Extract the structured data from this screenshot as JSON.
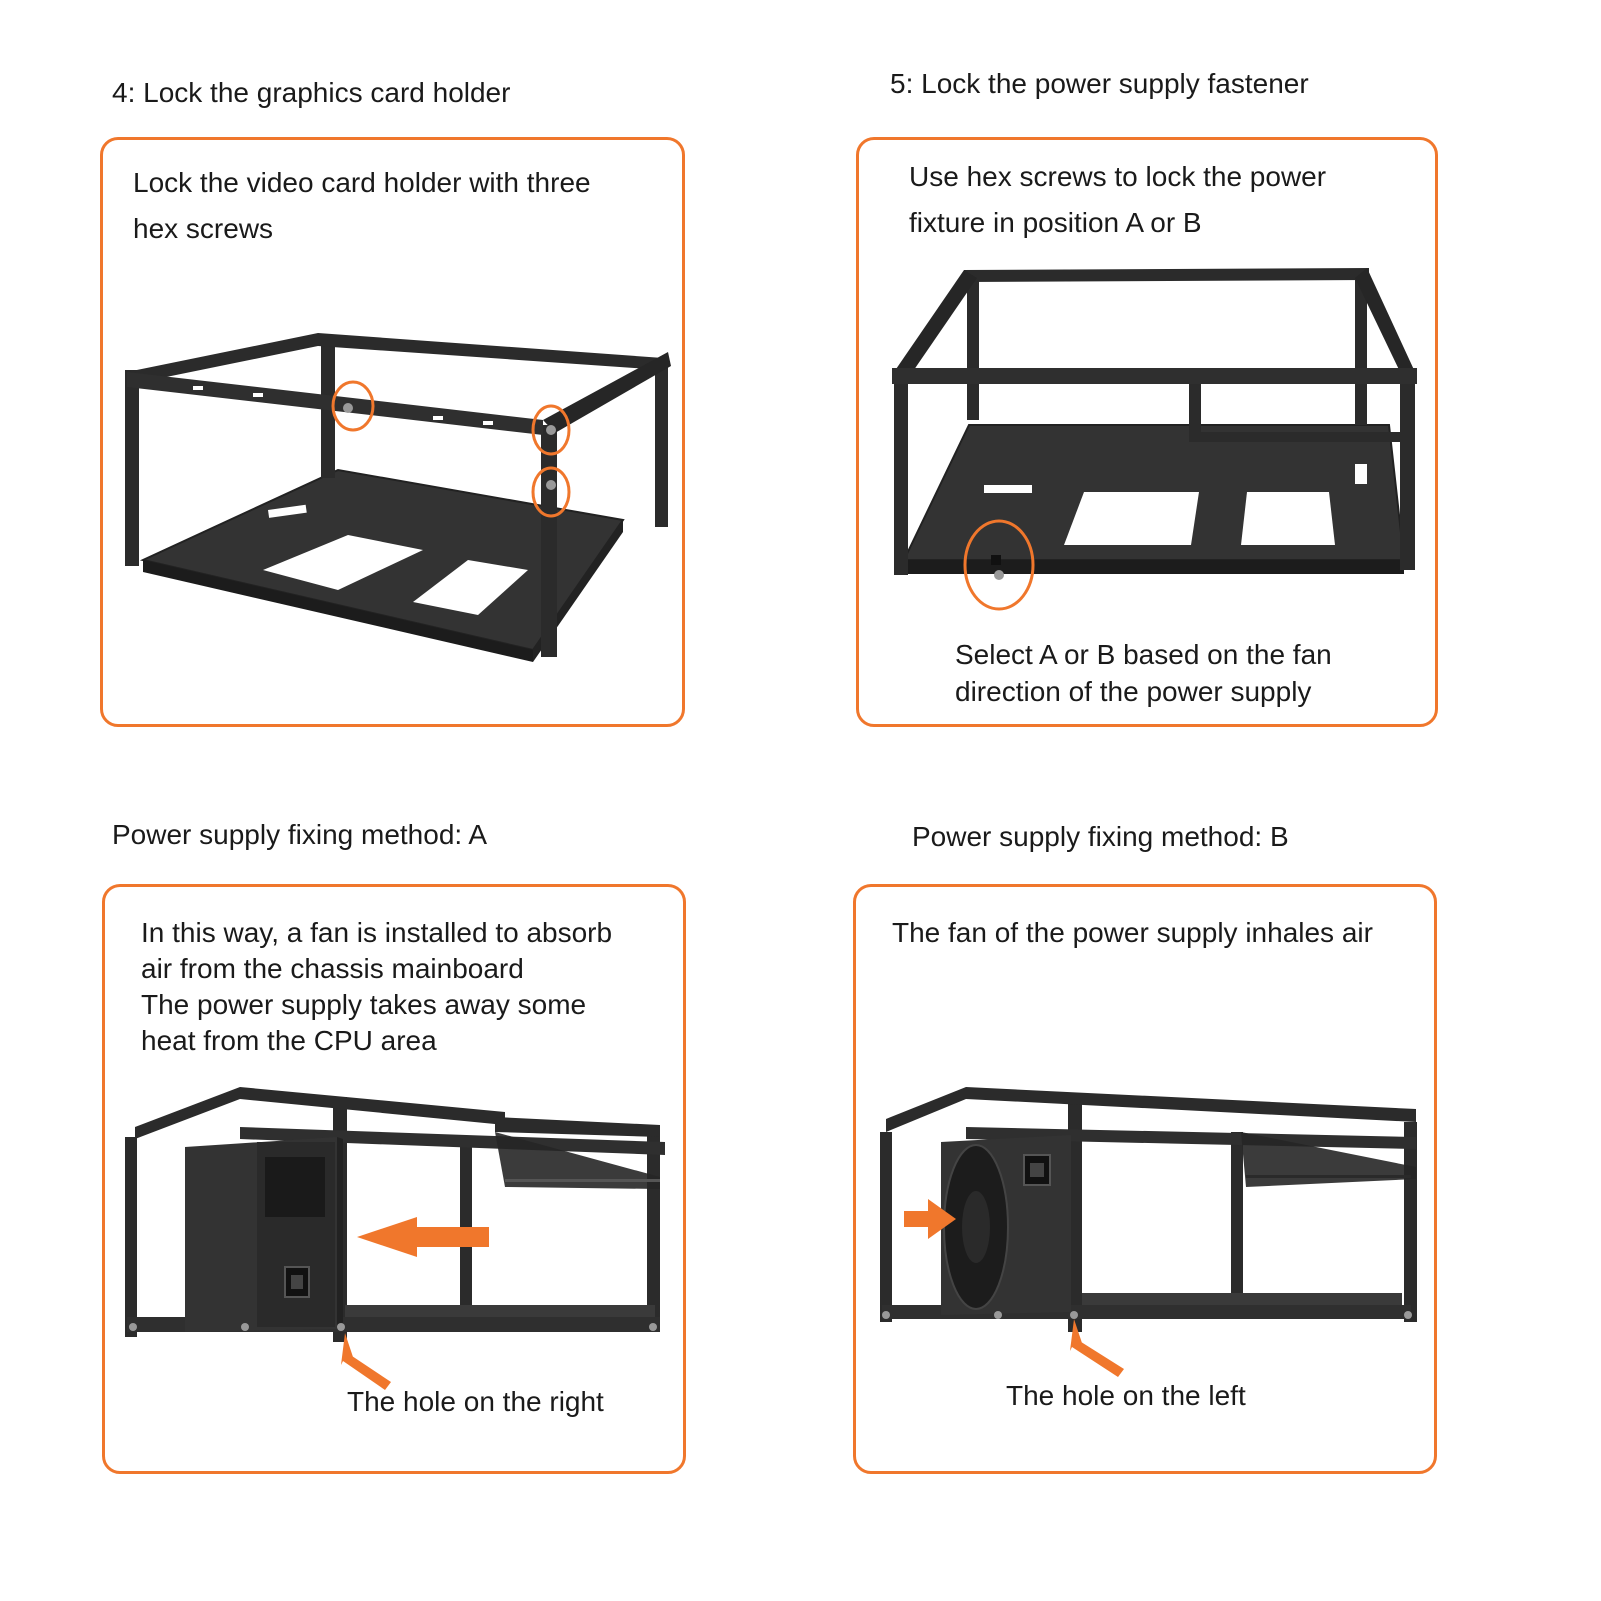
{
  "steps": {
    "step4": {
      "heading": "4: Lock the graphics card holder",
      "text_lines": [
        "Lock the video card holder with three",
        "hex screws"
      ]
    },
    "step5": {
      "heading": "5: Lock the power supply fastener",
      "text_lines": [
        "Use hex screws to lock the power",
        "fixture in position A or B"
      ],
      "caption_lines": [
        "Select A or B based on the fan",
        "direction of the power supply"
      ]
    },
    "methodA": {
      "heading": "Power supply fixing method: A",
      "text_lines": [
        "In this way, a fan is installed to absorb",
        "air from the chassis mainboard",
        "The power supply takes away some",
        "heat from the CPU area"
      ],
      "caption": "The hole on the right"
    },
    "methodB": {
      "heading": "Power supply fixing method: B",
      "text_lines": [
        "The fan of the power supply inhales air"
      ],
      "caption": "The hole on the left"
    }
  },
  "colors": {
    "accent": "#f0772c",
    "frame": "#2b2b2b"
  }
}
